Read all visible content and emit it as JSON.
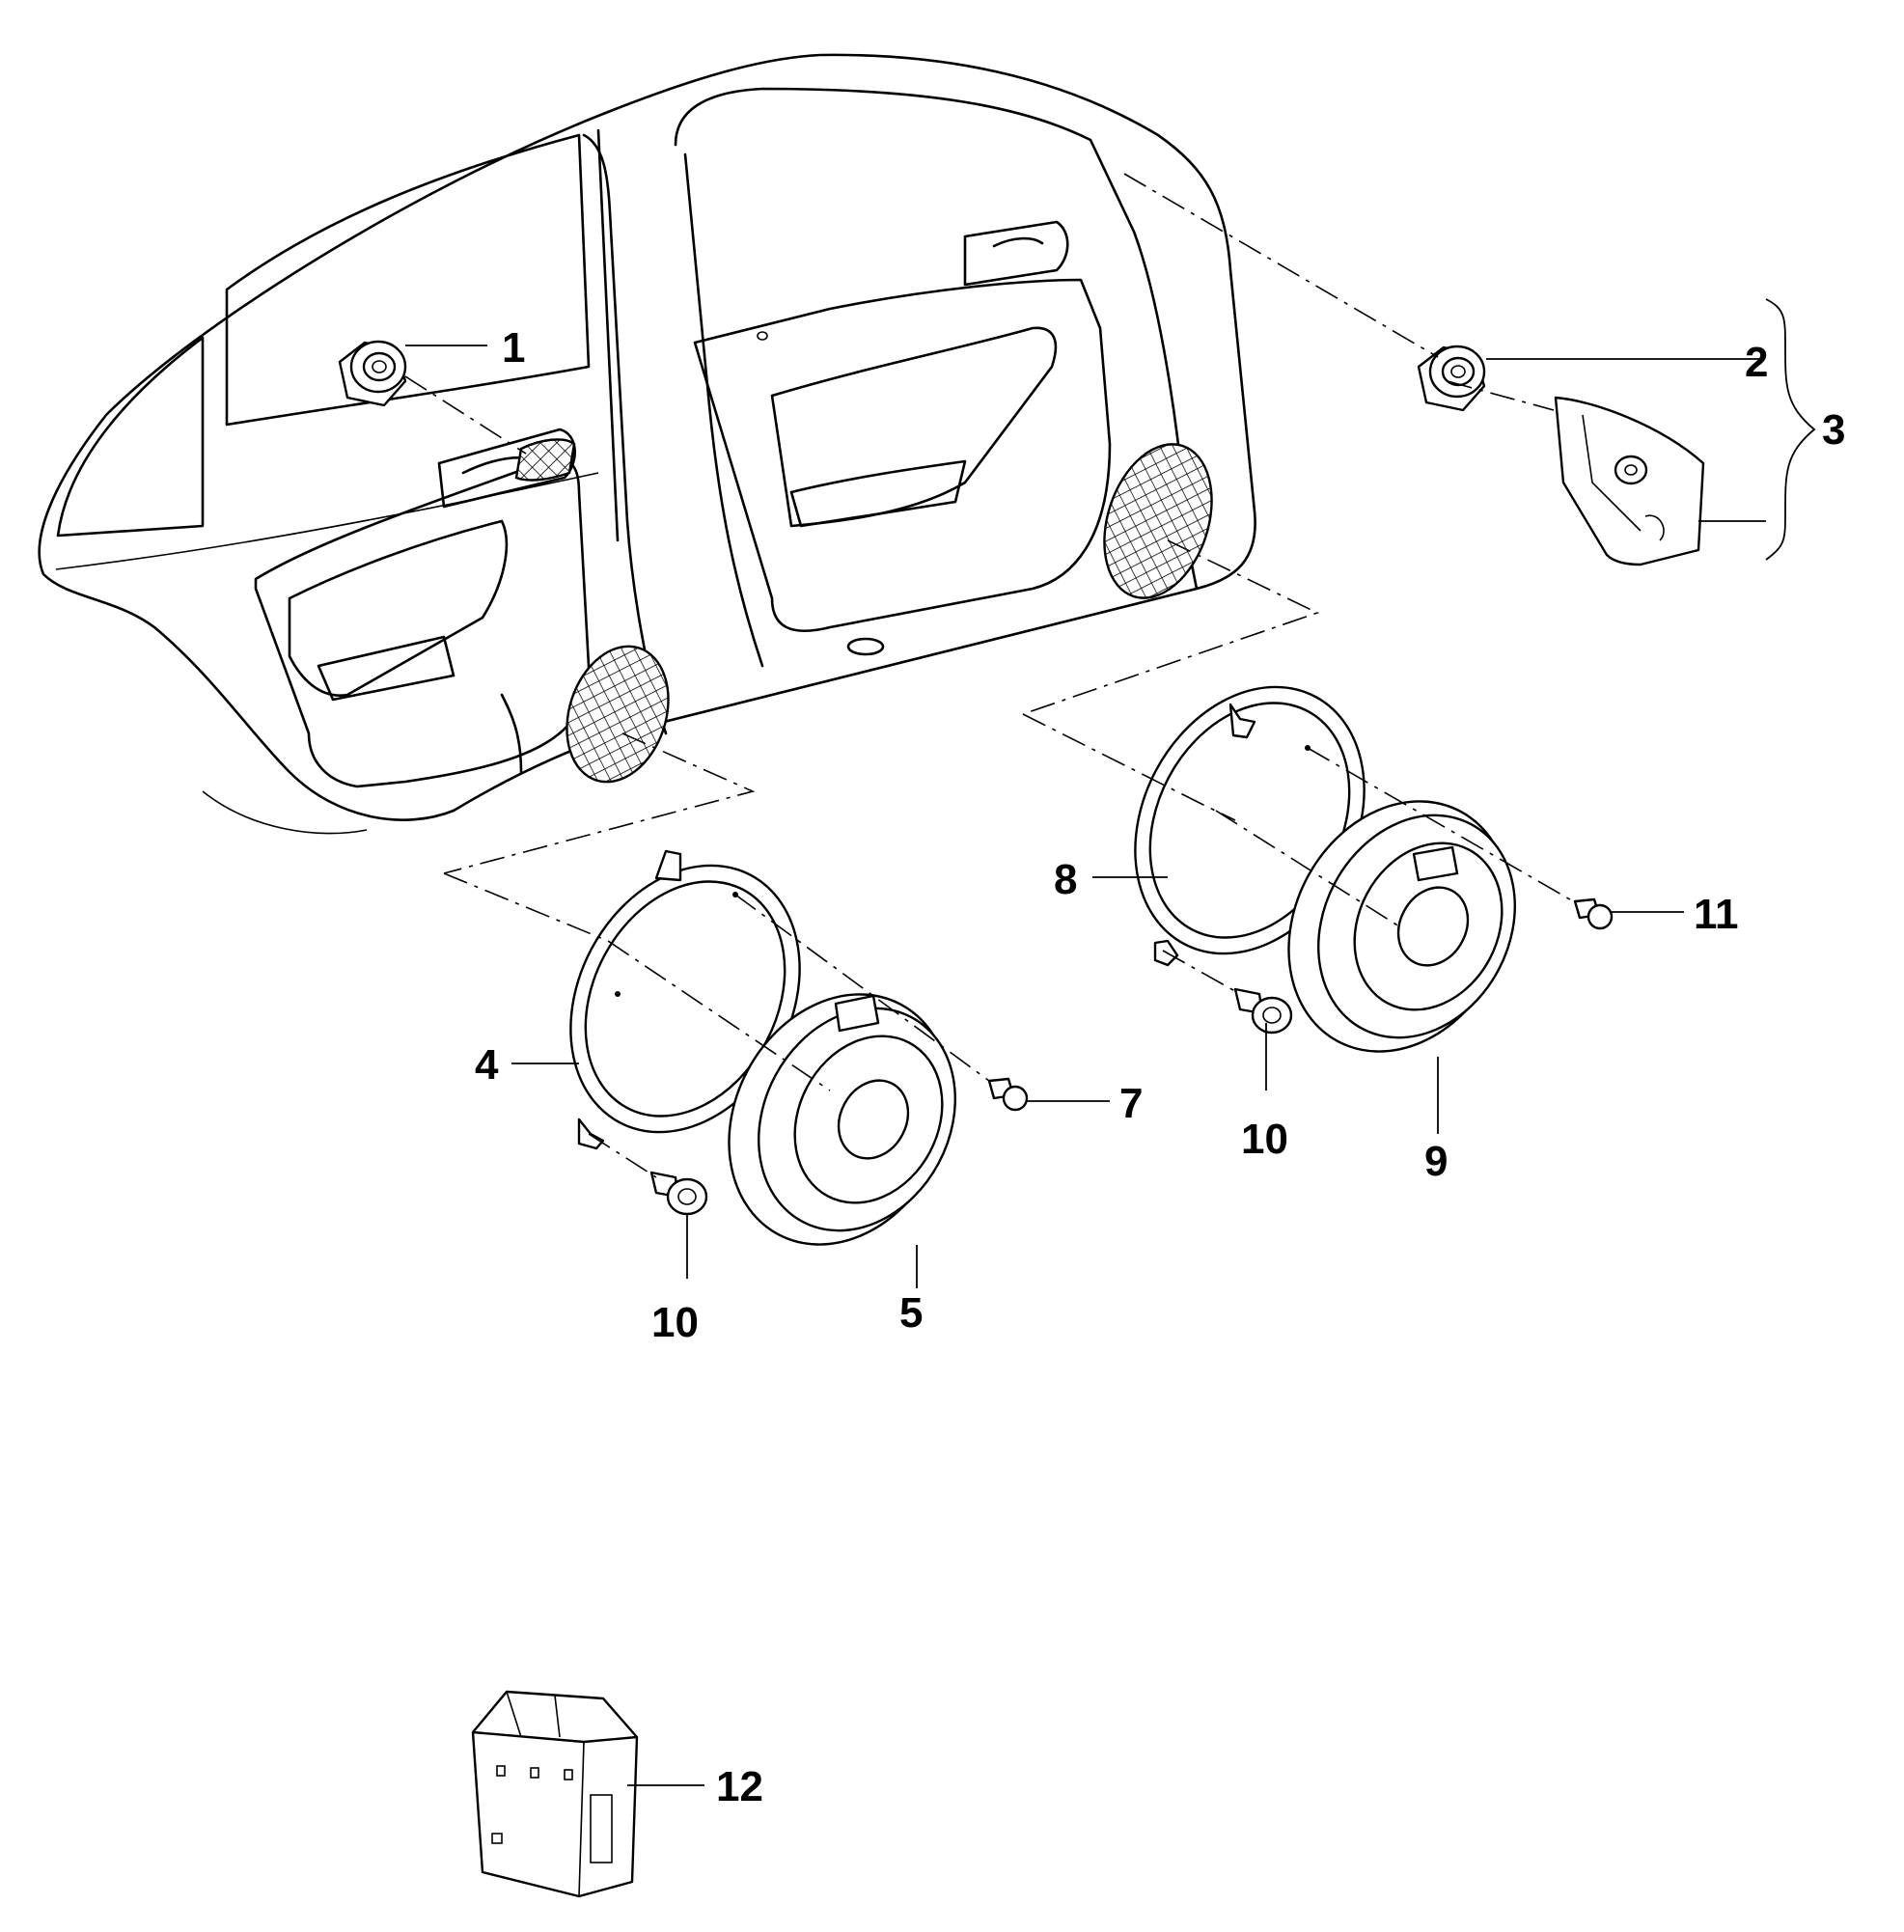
{
  "callouts": {
    "c1": "1",
    "c2": "2",
    "c3": "3",
    "c4": "4",
    "c5": "5",
    "c7": "7",
    "c8": "8",
    "c9": "9",
    "c10a": "10",
    "c10b": "10",
    "c11": "11",
    "c12": "12"
  }
}
